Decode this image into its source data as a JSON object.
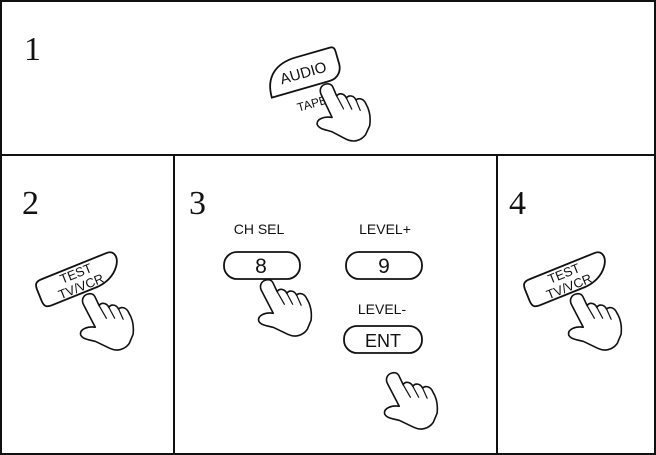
{
  "panels": [
    {
      "number": "1"
    },
    {
      "number": "2"
    },
    {
      "number": "3"
    },
    {
      "number": "4"
    }
  ],
  "buttons": {
    "audio": "AUDIO",
    "tape": "TAPE",
    "test_line1": "TEST",
    "test_line2": "TV/VCR",
    "key8": "8",
    "key9": "9",
    "ent": "ENT"
  },
  "labels": {
    "ch_sel": "CH SEL",
    "level_plus": "LEVEL+",
    "level_minus": "LEVEL-"
  },
  "colors": {
    "ink": "#111111",
    "paper": "#ffffff"
  },
  "icons": [
    "hand-pointer-icon"
  ]
}
